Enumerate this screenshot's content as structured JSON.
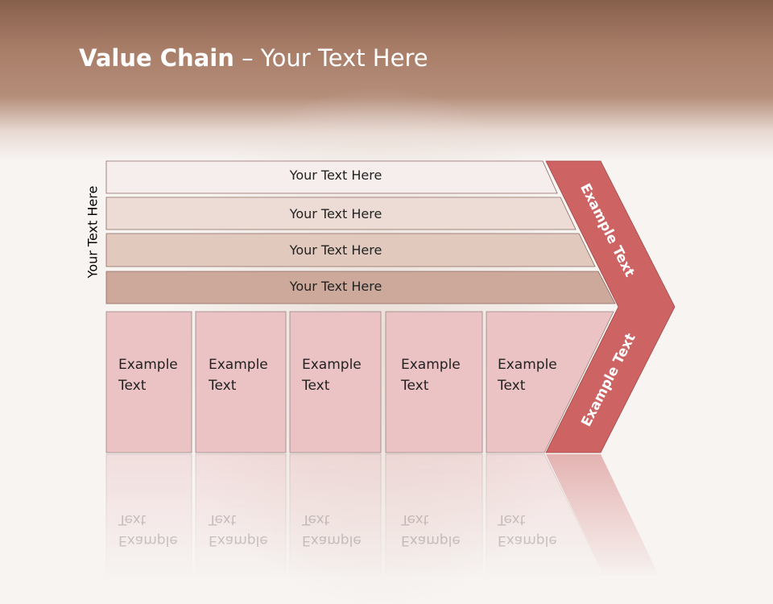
{
  "slide": {
    "title_bold": "Value Chain",
    "title_rest": " – Your Text Here",
    "side_label": "Your Text Here"
  },
  "bars": [
    "Your Text Here",
    "Your Text Here",
    "Your Text Here",
    "Your Text Here"
  ],
  "columns": [
    {
      "line1": "Example",
      "line2": "Text"
    },
    {
      "line1": "Example",
      "line2": "Text"
    },
    {
      "line1": "Example",
      "line2": "Text"
    },
    {
      "line1": "Example",
      "line2": "Text"
    },
    {
      "line1": "Example",
      "line2": "Text"
    }
  ],
  "chevron": {
    "upper": "Example Text",
    "lower": "Example Text"
  },
  "colors": {
    "bar1": "#f6eeec",
    "bar2": "#ecdcd5",
    "bar3": "#e2c9bd",
    "bar4": "#cca99a",
    "cell": "#ebc3c5",
    "chevron": "#cd6363",
    "outline": "#8a6a60"
  }
}
